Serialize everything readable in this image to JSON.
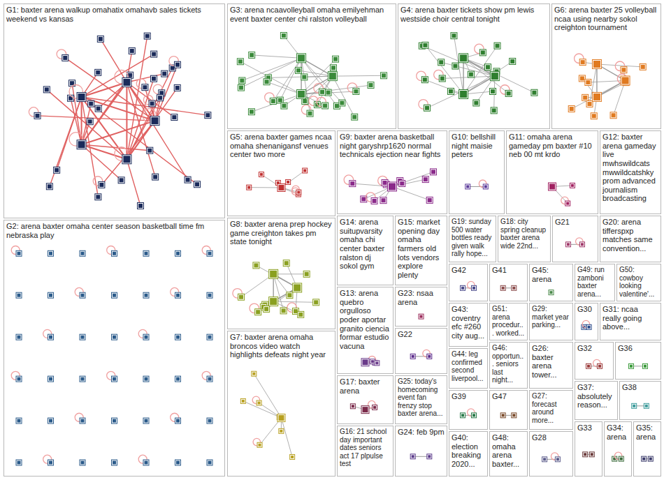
{
  "diagram": {
    "nodes": [
      {
        "text": [
          "G1: baxter arena walkup omahatix omahavb sales tickets weekend vs kansas"
        ]
      },
      {
        "text": [
          "G3: arena ncaavolleyball omaha emilyehman event baxter center chi ralston volleyball"
        ]
      },
      {
        "text": [
          "G4: arena baxter tickets show pm lewis westside choir central tonight"
        ]
      },
      {
        "text": [
          "G6: arena baxter 25 volleyball ncaa using nearby sokol creighton tournament"
        ]
      },
      {
        "text": [
          "G5: arena baxter games ncaa omaha shenanigansf venues center two more"
        ]
      },
      {
        "text": [
          "G9: baxter arena basketball night garyshrp1620 normal technicals ejection near fights"
        ]
      },
      {
        "text": [
          "G10: bellshill night maisie peters"
        ]
      },
      {
        "text": [
          "G11: omaha arena gameday pm baxter #10 neb 00 mt krdo"
        ]
      },
      {
        "text": [
          "G12: baxter arena gameday live mwhswildcats mwwildcatshky prom advanced journalism broadcasting"
        ]
      },
      {
        "text": [
          "G8: baxter arena prep hockey game creighton takes pm state tonight"
        ]
      },
      {
        "text": [
          "G14: arena suitupvarsity omaha chi center baxter ralston dj sokol gym"
        ]
      },
      {
        "text": [
          "G15: market opening day omaha farmers old lots vendors explore plenty"
        ]
      },
      {
        "text": [
          "G19: sunday 500 water bottles ready given walk rally hope..."
        ]
      },
      {
        "text": [
          "G18: city spring cleanup baxter arena wide 22nd..."
        ]
      },
      {
        "text": [
          "G21"
        ]
      },
      {
        "text": [
          "G20: arena tifferspxp matches same convention..."
        ]
      },
      {
        "text": [
          "G13: arena quebro orgulloso poder aportar granito ciencia formar estudio vacuna"
        ]
      },
      {
        "text": [
          "G23: nsaa arena"
        ]
      },
      {
        "text": [
          "G42"
        ]
      },
      {
        "text": [
          "G41"
        ]
      },
      {
        "text": [
          "G45: arena"
        ]
      },
      {
        "text": [
          "G49: run zamboni baxter arena..."
        ]
      },
      {
        "text": [
          "G50: cowboy looking valentine'..."
        ]
      },
      {
        "text": [
          "G43: coventry efc #260 city aug..."
        ]
      },
      {
        "text": [
          "G51: arena procedur... worked..."
        ]
      },
      {
        "text": [
          "G29: market year parking..."
        ]
      },
      {
        "text": [
          "G30"
        ]
      },
      {
        "text": [
          "G31: ncaa really going above..."
        ]
      },
      {
        "text": [
          "G22"
        ]
      },
      {
        "text": [
          "G44: leg confirmed second liverpool..."
        ]
      },
      {
        "text": [
          "G46: opportun... seniors last night..."
        ]
      },
      {
        "text": [
          "G26: baxter arena tower..."
        ]
      },
      {
        "text": [
          "G32"
        ]
      },
      {
        "text": [
          "G36"
        ]
      },
      {
        "text": [
          "G37: absolutely reason..."
        ]
      },
      {
        "text": [
          "G38"
        ]
      },
      {
        "text": [
          "G17: baxter arena"
        ]
      },
      {
        "text": [
          "G25: today's homecoming event fan frenzy stop baxter arena..."
        ]
      },
      {
        "text": [
          "G39"
        ]
      },
      {
        "text": [
          "G47"
        ]
      },
      {
        "text": [
          "G27: forecast around more..."
        ]
      },
      {
        "text": [
          "G33"
        ]
      },
      {
        "text": [
          "G34: arena"
        ]
      },
      {
        "text": [
          "G35: arena"
        ]
      },
      {
        "text": [
          "G16: 21 school day important dates seniors act 17 plpulse test"
        ]
      },
      {
        "text": [
          "G24: feb 9pm"
        ]
      },
      {
        "text": [
          "G40: election breaking 2020..."
        ]
      },
      {
        "text": [
          "G48: omaha arena baxter..."
        ]
      },
      {
        "text": [
          "G28"
        ]
      },
      {
        "text": [
          "G7: baxter arena omaha broncos video watch highlights defeats night year"
        ]
      },
      {
        "text": [
          "G2: arena baxter omaha center season basketball time fm nebraska play"
        ]
      }
    ]
  }
}
